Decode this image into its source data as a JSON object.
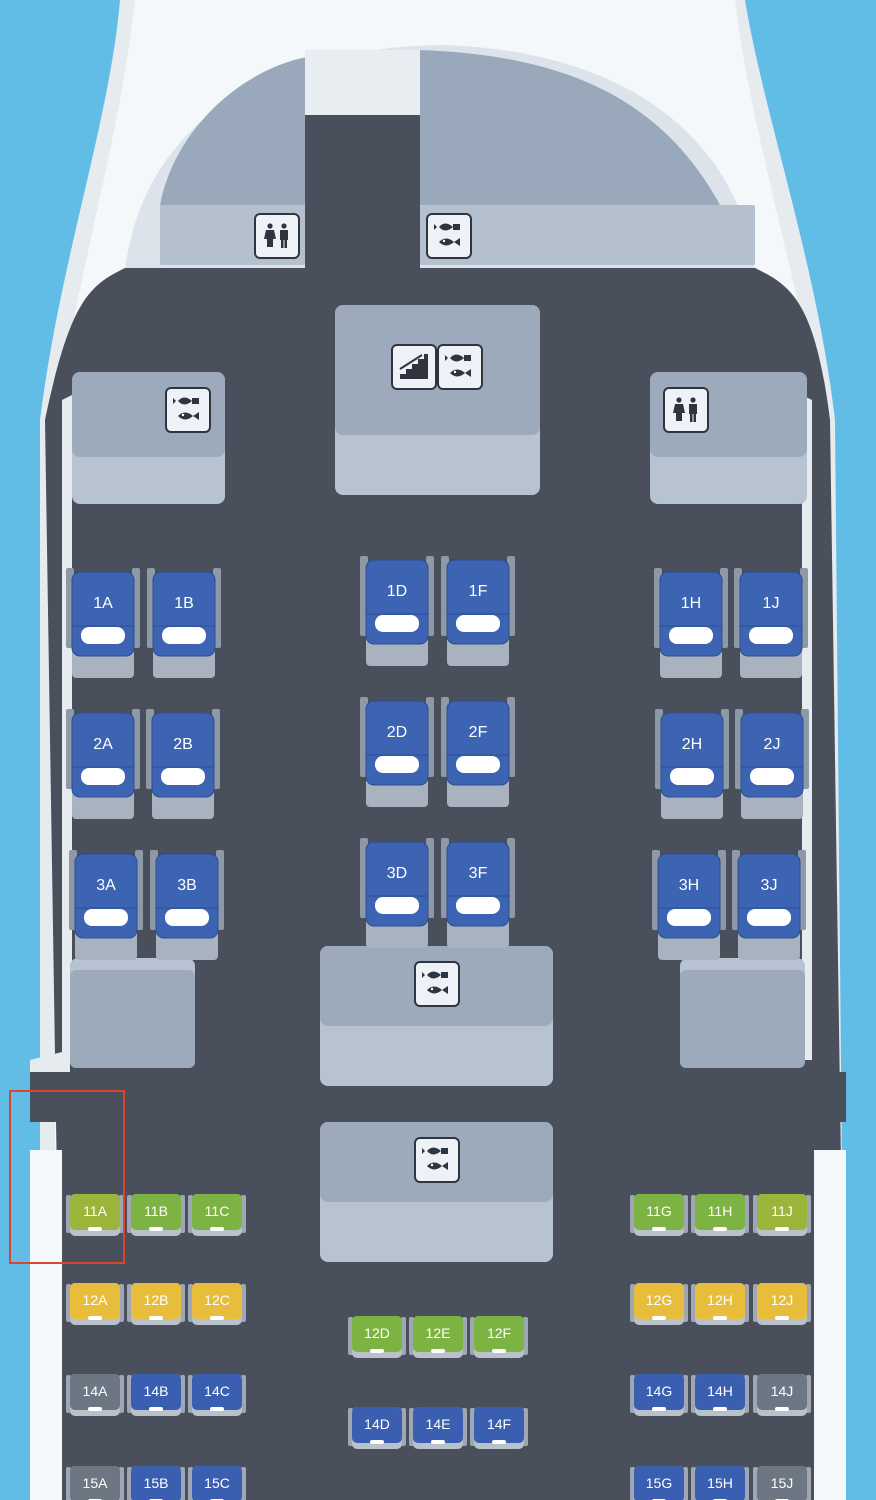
{
  "colors": {
    "sky": "#62bde6",
    "fuselage": "#f3f6f8",
    "fuselage_edge": "#d4dbe2",
    "floor": "#4a4f5c",
    "galley_top": "#9daabb",
    "galley_body": "#b8c3d1",
    "business": "#3d63b3",
    "green": "#7cb342",
    "olive": "#9bb53b",
    "yellow": "#e8bd3c",
    "blue": "#3a5fb0",
    "gray": "#6d7784",
    "highlight": "#d9462e"
  },
  "facilities": [
    {
      "id": "lav-front-left",
      "icon": "lavatory-icon"
    },
    {
      "id": "galley-front-right",
      "icon": "galley-icon"
    },
    {
      "id": "stairs-galley-center",
      "icon": "stairs-icon"
    },
    {
      "id": "stairs-galley-center-2",
      "icon": "galley-icon"
    },
    {
      "id": "galley-left",
      "icon": "galley-icon"
    },
    {
      "id": "lav-right",
      "icon": "lavatory-icon"
    },
    {
      "id": "galley-mid",
      "icon": "galley-icon"
    },
    {
      "id": "galley-mid-2",
      "icon": "galley-icon"
    }
  ],
  "business_seats": [
    {
      "label": "1A",
      "status": "available"
    },
    {
      "label": "1B",
      "status": "available"
    },
    {
      "label": "1D",
      "status": "available"
    },
    {
      "label": "1F",
      "status": "available"
    },
    {
      "label": "1H",
      "status": "available"
    },
    {
      "label": "1J",
      "status": "available"
    },
    {
      "label": "2A",
      "status": "available"
    },
    {
      "label": "2B",
      "status": "available"
    },
    {
      "label": "2D",
      "status": "available"
    },
    {
      "label": "2F",
      "status": "available"
    },
    {
      "label": "2H",
      "status": "available"
    },
    {
      "label": "2J",
      "status": "available"
    },
    {
      "label": "3A",
      "status": "available"
    },
    {
      "label": "3B",
      "status": "available"
    },
    {
      "label": "3D",
      "status": "available"
    },
    {
      "label": "3F",
      "status": "available"
    },
    {
      "label": "3H",
      "status": "available"
    },
    {
      "label": "3J",
      "status": "available"
    }
  ],
  "economy_seats": [
    {
      "label": "11A",
      "type": "olive"
    },
    {
      "label": "11B",
      "type": "green"
    },
    {
      "label": "11C",
      "type": "green"
    },
    {
      "label": "11G",
      "type": "green"
    },
    {
      "label": "11H",
      "type": "green"
    },
    {
      "label": "11J",
      "type": "olive"
    },
    {
      "label": "12A",
      "type": "yellow"
    },
    {
      "label": "12B",
      "type": "yellow"
    },
    {
      "label": "12C",
      "type": "yellow"
    },
    {
      "label": "12D",
      "type": "green"
    },
    {
      "label": "12E",
      "type": "green"
    },
    {
      "label": "12F",
      "type": "green"
    },
    {
      "label": "12G",
      "type": "yellow"
    },
    {
      "label": "12H",
      "type": "yellow"
    },
    {
      "label": "12J",
      "type": "yellow"
    },
    {
      "label": "14A",
      "type": "gray"
    },
    {
      "label": "14B",
      "type": "blue"
    },
    {
      "label": "14C",
      "type": "blue"
    },
    {
      "label": "14D",
      "type": "blue"
    },
    {
      "label": "14E",
      "type": "blue"
    },
    {
      "label": "14F",
      "type": "blue"
    },
    {
      "label": "14G",
      "type": "blue"
    },
    {
      "label": "14H",
      "type": "blue"
    },
    {
      "label": "14J",
      "type": "gray"
    },
    {
      "label": "15A",
      "type": "gray"
    },
    {
      "label": "15B",
      "type": "blue"
    },
    {
      "label": "15C",
      "type": "blue"
    },
    {
      "label": "15G",
      "type": "blue"
    },
    {
      "label": "15H",
      "type": "blue"
    },
    {
      "label": "15J",
      "type": "gray"
    }
  ],
  "highlight": {
    "seat": "11A"
  }
}
